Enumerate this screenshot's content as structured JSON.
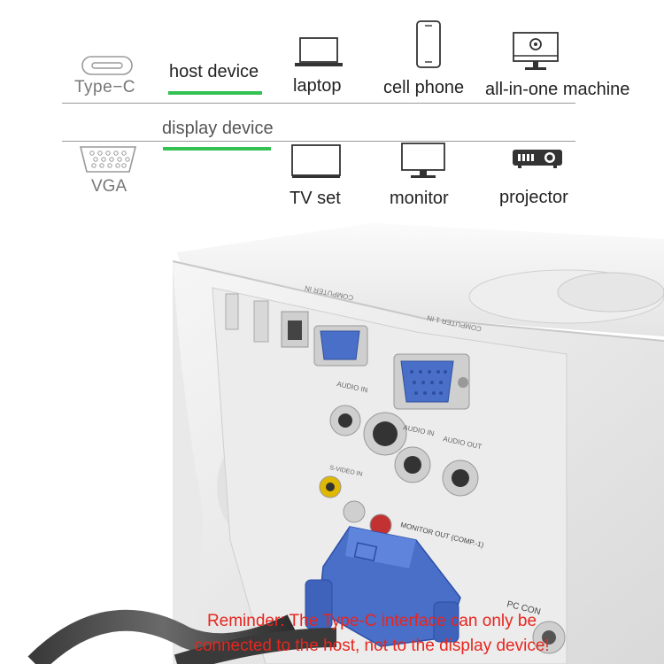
{
  "host_row": {
    "connector": "Type−C",
    "category": "host device",
    "devices": [
      "laptop",
      "cell phone",
      "all-in-one machine"
    ],
    "icons": [
      "usb-c-port-icon",
      "laptop-icon",
      "phone-icon",
      "all-in-one-icon"
    ]
  },
  "display_row": {
    "connector": "VGA",
    "category": "display device",
    "devices": [
      "TV set",
      "monitor",
      "projector"
    ],
    "icons": [
      "vga-port-icon",
      "tv-icon",
      "monitor-icon",
      "projector-icon"
    ]
  },
  "photo_labels": {
    "audio_in_1": "AUDIO IN",
    "audio_in_2": "AUDIO IN",
    "audio_out": "AUDIO OUT",
    "s_video_in": "S-VIDEO IN",
    "computer_in": "COMPUTER IN",
    "computer_in_1": "COMPUTER 1 IN",
    "monitor_out": "MONITOR OUT (COMP.-1)",
    "pc_control": "PC CON"
  },
  "reminder": {
    "line1": "Reminder: The Type-C interface can only be",
    "line2": "connected to the host, not to the display device!"
  },
  "colors": {
    "accent_green": "#33c152",
    "reminder_red": "#e6261f",
    "vga_blue": "#4a6fc9"
  }
}
